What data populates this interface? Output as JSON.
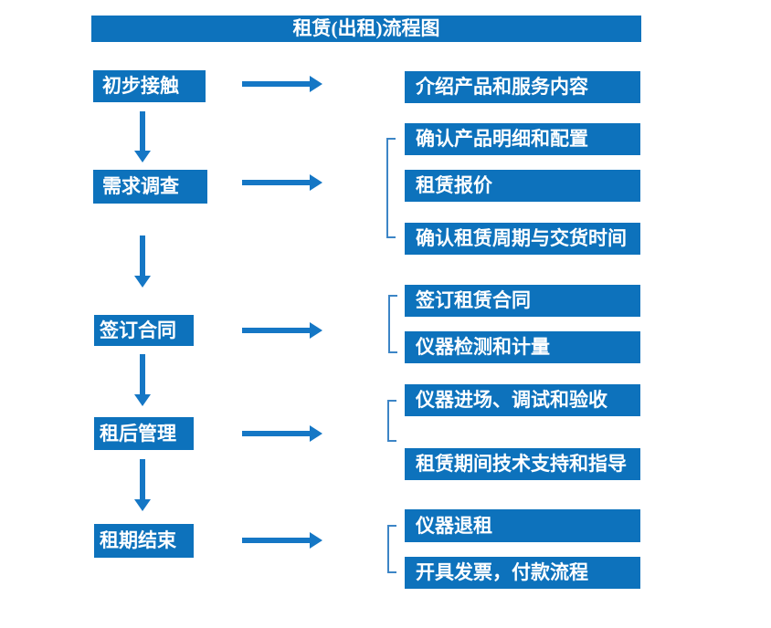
{
  "title": "租赁(出租)流程图",
  "colors": {
    "box_blue": "#0d72bc",
    "arrow_blue": "#1577c5",
    "bracket_blue": "#3c85c6",
    "text_white": "#ffffff"
  },
  "stages": [
    {
      "label": "初步接触",
      "details": [
        "介绍产品和服务内容"
      ]
    },
    {
      "label": "需求调查",
      "details": [
        "确认产品明细和配置",
        "租赁报价",
        "确认租赁周期与交货时间"
      ]
    },
    {
      "label": "签订合同",
      "details": [
        "签订租赁合同",
        "仪器检测和计量"
      ]
    },
    {
      "label": "租后管理",
      "details": [
        "仪器进场、调试和验收",
        "租赁期间技术支持和指导"
      ]
    },
    {
      "label": "租期结束",
      "details": [
        "仪器退租",
        "开具发票，付款流程"
      ]
    }
  ]
}
